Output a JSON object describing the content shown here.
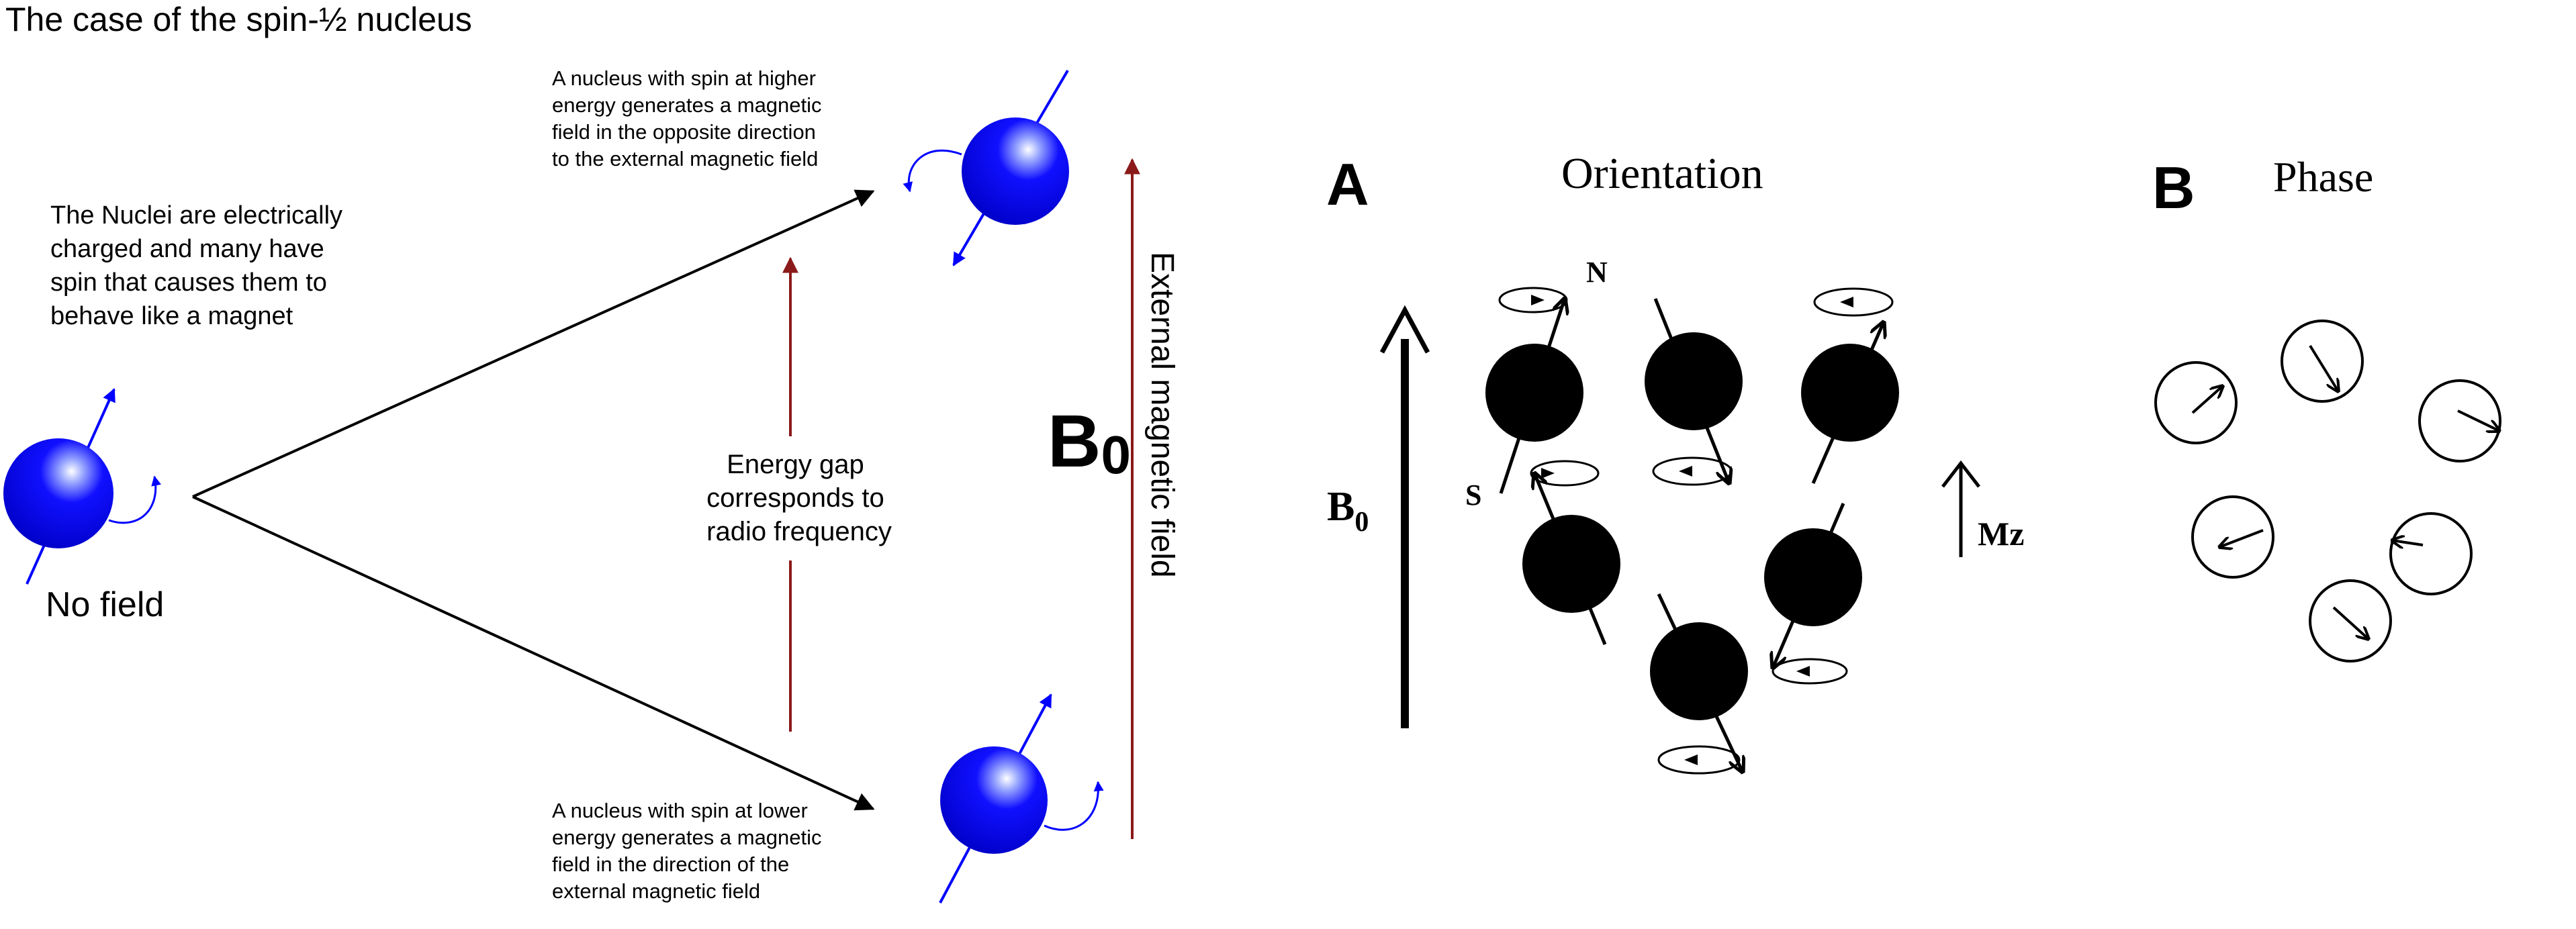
{
  "left_panel": {
    "title": "The case of the spin-½ nucleus",
    "intro_lines": [
      "The Nuclei are electrically",
      "charged and many have",
      "spin that causes them to",
      "behave like a magnet"
    ],
    "no_field_label": "No field",
    "higher_energy_lines": [
      "A nucleus with spin at higher",
      "energy generates a magnetic",
      "field in the opposite direction",
      "to the external magnetic field"
    ],
    "lower_energy_lines": [
      "A nucleus with spin at lower",
      "energy generates a magnetic",
      "field in the direction of the",
      "external magnetic field"
    ],
    "energy_gap_lines": [
      "Energy gap",
      "corresponds to",
      "radio frequency"
    ],
    "b0_label": "B",
    "b0_subscript": "0",
    "external_field_label": "External magnetic field"
  },
  "panel_a": {
    "letter": "A",
    "title": "Orientation",
    "b0_label": "B",
    "b0_subscript": "0",
    "north_label": "N",
    "south_label": "S",
    "mz_label": "Mz"
  },
  "panel_b": {
    "letter": "B",
    "title": "Phase"
  },
  "colors": {
    "nucleus_blue": "#0000ff",
    "arrow_red": "#8b1a1a",
    "black": "#000000"
  }
}
